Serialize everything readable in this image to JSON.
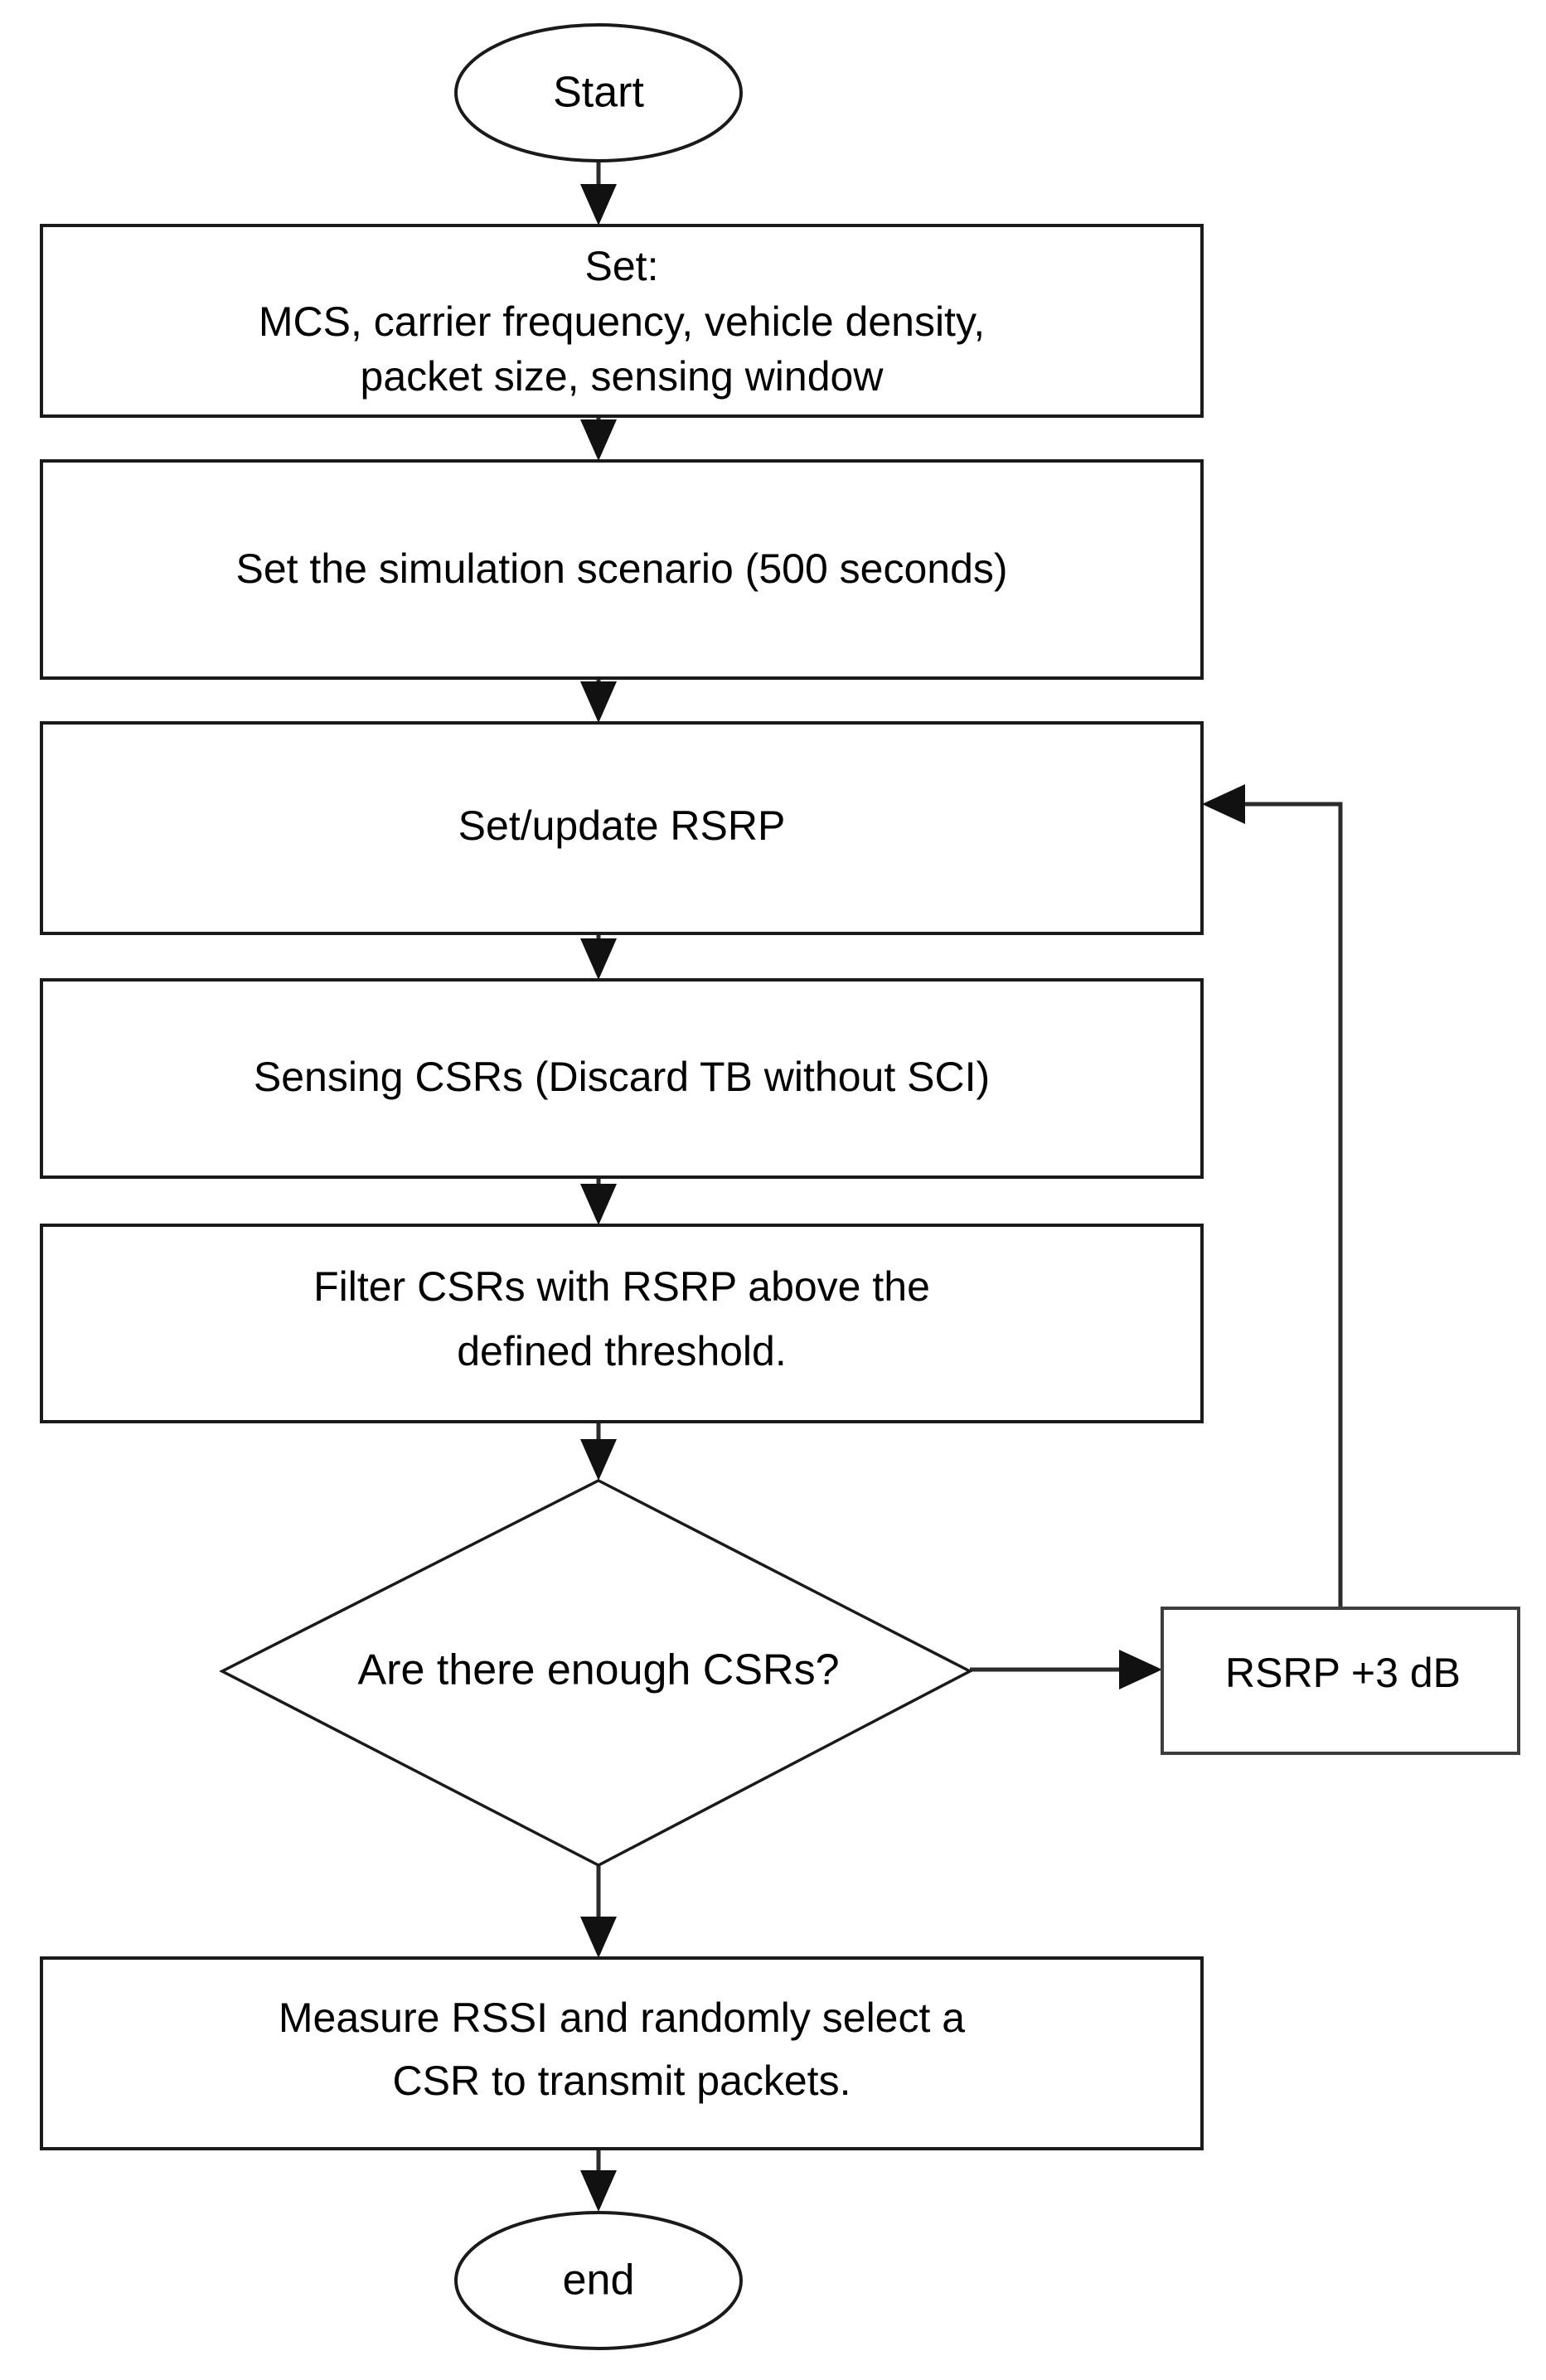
{
  "diagram": {
    "title": "",
    "orientation": "top-to-bottom",
    "background_color": "#ffffff",
    "line_color": "#2b2b2b",
    "text_color": "#000000"
  },
  "nodes": {
    "start": {
      "shape": "ellipse",
      "label": "Start"
    },
    "set_params": {
      "shape": "rectangle",
      "line1": "Set:",
      "line2": "MCS, carrier frequency, vehicle density,",
      "line3": "packet size, sensing window"
    },
    "set_scenario": {
      "shape": "rectangle",
      "line1": "Set the simulation scenario (500 seconds)"
    },
    "set_update_rsrp": {
      "shape": "rectangle",
      "line1": "Set/update RSRP"
    },
    "sensing_csrs": {
      "shape": "rectangle",
      "line1": "Sensing CSRs (Discard TB without SCI)"
    },
    "filter_csrs": {
      "shape": "rectangle",
      "line1": "Filter CSRs with RSRP above the",
      "line2": "defined threshold."
    },
    "decision_enough_csrs": {
      "shape": "diamond",
      "label": "Are there enough CSRs?"
    },
    "rsrp_increase": {
      "shape": "rectangle",
      "label": "RSRP +3 dB"
    },
    "measure_rssi": {
      "shape": "rectangle",
      "line1": "Measure RSSI and randomly select a",
      "line2": "CSR to transmit packets."
    },
    "end": {
      "shape": "ellipse",
      "label": "end"
    }
  },
  "edges": [
    {
      "from": "start",
      "to": "set_params",
      "label": ""
    },
    {
      "from": "set_params",
      "to": "set_scenario",
      "label": ""
    },
    {
      "from": "set_scenario",
      "to": "set_update_rsrp",
      "label": ""
    },
    {
      "from": "set_update_rsrp",
      "to": "sensing_csrs",
      "label": ""
    },
    {
      "from": "sensing_csrs",
      "to": "filter_csrs",
      "label": ""
    },
    {
      "from": "filter_csrs",
      "to": "decision_enough_csrs",
      "label": ""
    },
    {
      "from": "decision_enough_csrs",
      "to": "measure_rssi",
      "label": ""
    },
    {
      "from": "decision_enough_csrs",
      "to": "rsrp_increase",
      "label": ""
    },
    {
      "from": "rsrp_increase",
      "to": "set_update_rsrp",
      "label": ""
    },
    {
      "from": "measure_rssi",
      "to": "end",
      "label": ""
    }
  ]
}
